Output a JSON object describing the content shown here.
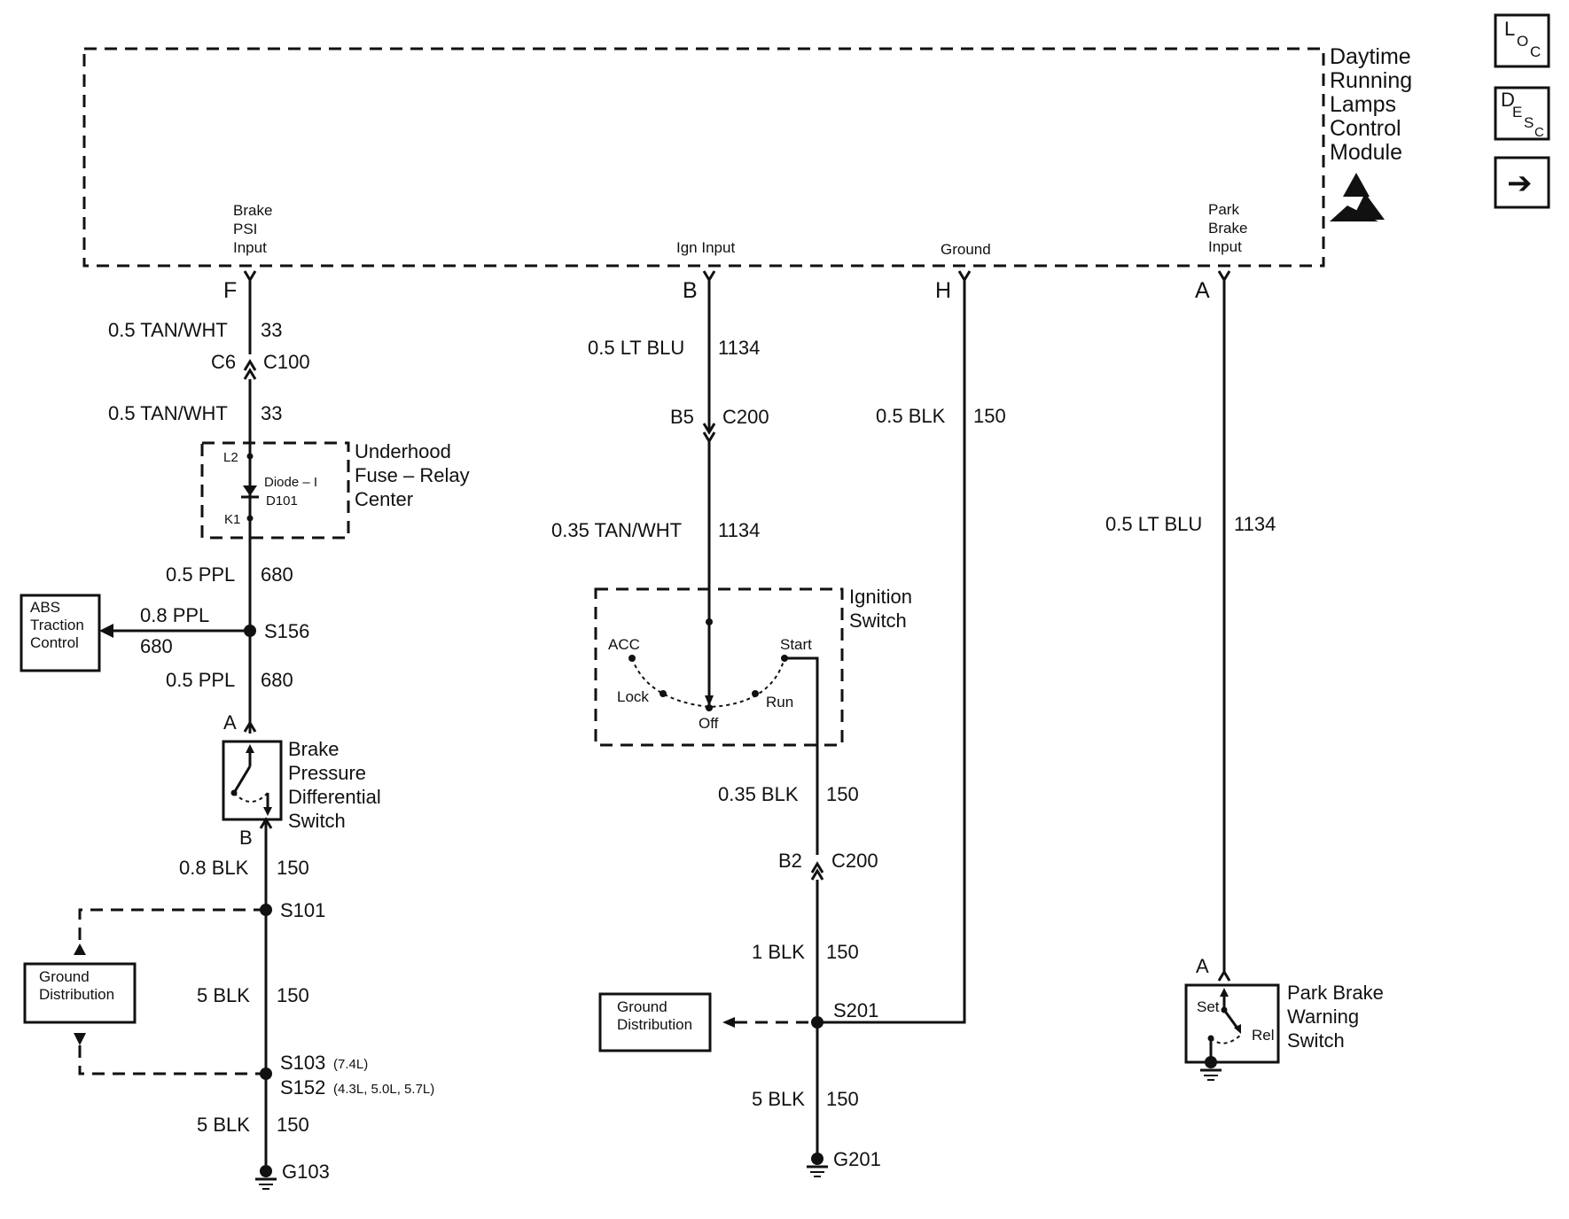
{
  "module": {
    "title_lines": [
      "Daytime",
      "Running",
      "Lamps",
      "Control",
      "Module"
    ],
    "pins": {
      "brake_psi_input": {
        "label_lines": [
          "Brake",
          "PSI",
          "Input"
        ],
        "pin": "F"
      },
      "ign_input": {
        "label": "Ign Input",
        "pin": "B"
      },
      "ground": {
        "label": "Ground",
        "pin": "H"
      },
      "park_brake_input": {
        "label_lines": [
          "Park",
          "Brake",
          "Input"
        ],
        "pin": "A"
      }
    }
  },
  "nav": {
    "loc": {
      "main": "L",
      "sub1": "O",
      "sub2": "C"
    },
    "desc": {
      "main": "D",
      "sub1": "E",
      "sub2": "S",
      "sub3": "C"
    },
    "arrow": "➔"
  },
  "left_circuit": {
    "w1": {
      "wire": "0.5 TAN/WHT",
      "circuit": "33"
    },
    "c100": {
      "cavity": "C6",
      "connector": "C100"
    },
    "w2": {
      "wire": "0.5 TAN/WHT",
      "circuit": "33"
    },
    "fuse_center": {
      "title_lines": [
        "Underhood",
        "Fuse – Relay",
        "Center"
      ],
      "term_top": "L2",
      "diode_lines": [
        "Diode – I",
        "D101"
      ],
      "term_bottom": "K1"
    },
    "w3": {
      "wire": "0.5 PPL",
      "circuit": "680"
    },
    "abs": {
      "title_lines": [
        "ABS",
        "Traction",
        "Control"
      ],
      "wire": "0.8 PPL",
      "circuit": "680"
    },
    "s156": "S156",
    "w4": {
      "wire": "0.5 PPL",
      "circuit": "680"
    },
    "switch": {
      "pin_top": "A",
      "title_lines": [
        "Brake",
        "Pressure",
        "Differential",
        "Switch"
      ],
      "pin_bottom": "B"
    },
    "w5": {
      "wire": "0.8 BLK",
      "circuit": "150"
    },
    "s101": "S101",
    "ground_dist": {
      "title_lines": [
        "Ground",
        "Distribution"
      ]
    },
    "w6": {
      "wire": "5 BLK",
      "circuit": "150"
    },
    "s103": {
      "label": "S103",
      "note": "(7.4L)"
    },
    "s152": {
      "label": "S152",
      "note": "(4.3L, 5.0L, 5.7L)"
    },
    "w7": {
      "wire": "5 BLK",
      "circuit": "150"
    },
    "g103": "G103"
  },
  "center_circuit": {
    "w1": {
      "wire": "0.5 LT BLU",
      "circuit": "1134"
    },
    "c200_top": {
      "cavity": "B5",
      "connector": "C200"
    },
    "w2": {
      "wire": "0.35 TAN/WHT",
      "circuit": "1134"
    },
    "ignition": {
      "title_lines": [
        "Ignition",
        "Switch"
      ],
      "positions": {
        "acc": "ACC",
        "start": "Start",
        "lock": "Lock",
        "run": "Run",
        "off": "Off"
      }
    },
    "w3": {
      "wire": "0.35 BLK",
      "circuit": "150"
    },
    "c200_bottom": {
      "cavity": "B2",
      "connector": "C200"
    },
    "w4": {
      "wire": "1 BLK",
      "circuit": "150"
    },
    "ground_dist": {
      "title_lines": [
        "Ground",
        "Distribution"
      ]
    },
    "s201": "S201",
    "w5": {
      "wire": "5 BLK",
      "circuit": "150"
    },
    "g201": "G201"
  },
  "ground_circuit": {
    "w1": {
      "wire": "0.5 BLK",
      "circuit": "150"
    }
  },
  "right_circuit": {
    "w1": {
      "wire": "0.5 LT BLU",
      "circuit": "1134"
    },
    "switch": {
      "pin": "A",
      "title_lines": [
        "Park Brake",
        "Warning",
        "Switch"
      ],
      "set": "Set",
      "rel": "Rel"
    }
  }
}
